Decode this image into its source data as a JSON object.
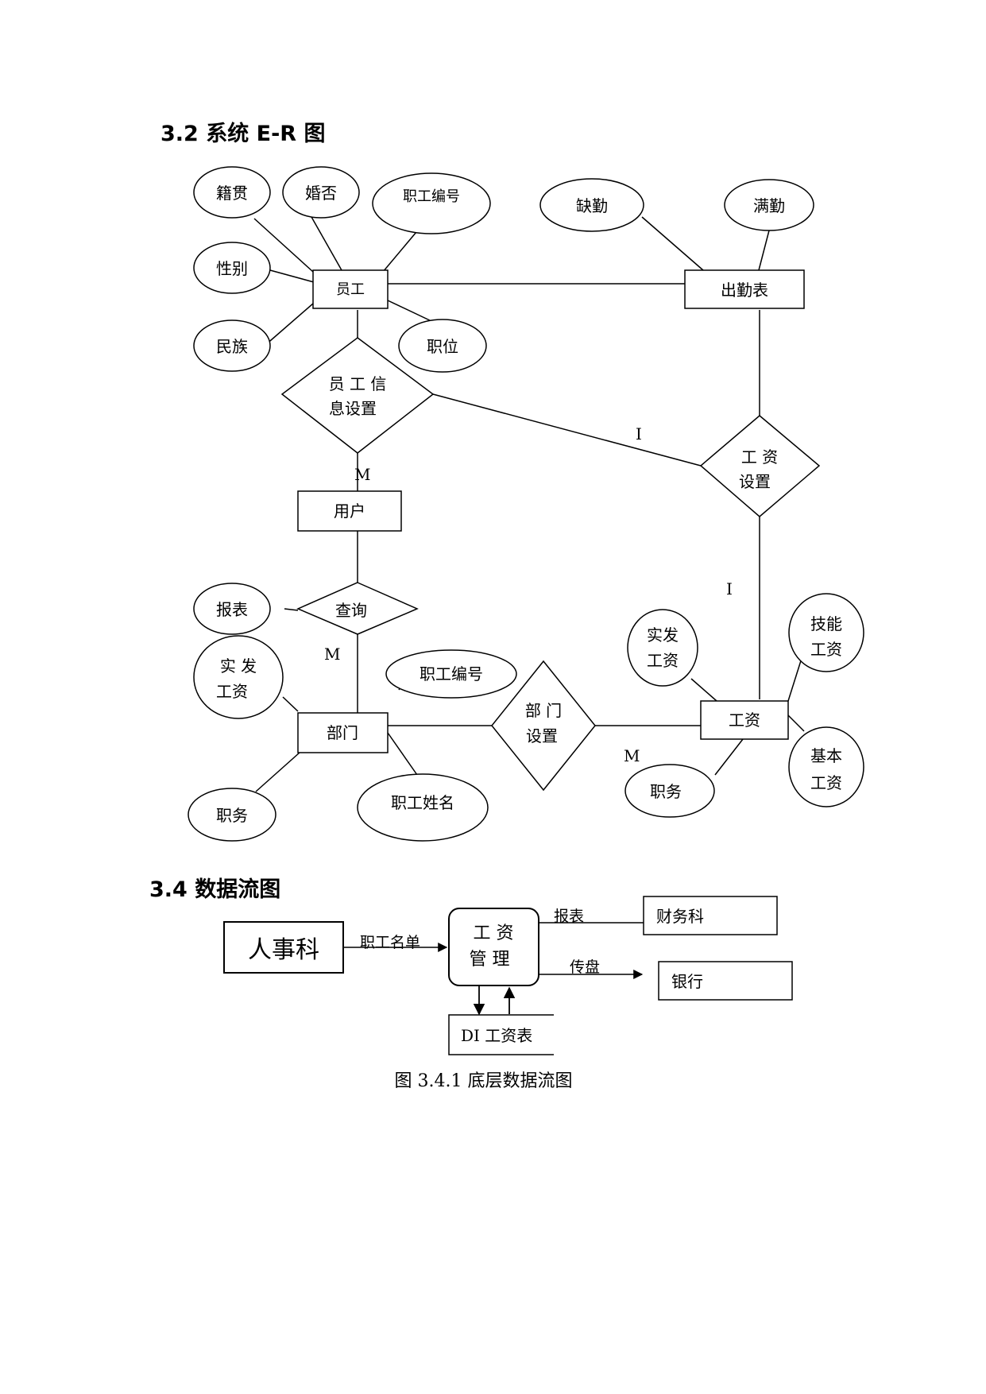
{
  "sections": {
    "er_heading": "3.2 系统 E-R 图",
    "dfd_heading": "3.4 数据流图",
    "dfd_caption": "图 3.4.1 底层数据流图"
  },
  "er": {
    "attr_jiguan": "籍贯",
    "attr_hunfou": "婚否",
    "attr_zhigong_bianhao_1": "职工编号",
    "attr_xingbie": "性别",
    "attr_minzu": "民族",
    "attr_zhiwei": "职位",
    "attr_queqin": "缺勤",
    "attr_manqin": "满勤",
    "ent_yuangong": "员工",
    "ent_chuqinbiao": "出勤表",
    "rel_yuangong_xinxi_l1": "员 工 信",
    "rel_yuangong_xinxi_l2": "息设置",
    "rel_gongzi_shezhi_l1": "工  资",
    "rel_gongzi_shezhi_l2": "设置",
    "card_m1": "M",
    "card_i1": "I",
    "ent_yonghu": "用户",
    "rel_chaxun": "查询",
    "attr_baobiao": "报表",
    "card_m2": "M",
    "card_i2": "I",
    "attr_shifa_l1": "实  发",
    "attr_shifa_l2": "工资",
    "attr_zhigong_bianhao_2": "职工编号",
    "ent_bumen": "部门",
    "rel_bumen_shezhi_l1": "部 门",
    "rel_bumen_shezhi_l2": "设置",
    "attr_zhiwu_1": "职务",
    "attr_zhigong_xingming": "职工姓名",
    "attr_shifa2_l1": "实发",
    "attr_shifa2_l2": "工资",
    "attr_jineng_l1": "技能",
    "attr_jineng_l2": "工资",
    "ent_gongzi": "工资",
    "card_m3": "M",
    "attr_zhiwu_2": "职务",
    "attr_jiben_l1": "基本",
    "attr_jiben_l2": "工资"
  },
  "dfd": {
    "renshike": "人事科",
    "flow_mingdan": "职工名单",
    "process_l1": "工  资",
    "process_l2": "管  理",
    "flow_baobiao": "报表",
    "flow_chuanpan": "传盘",
    "caiwuke": "财务科",
    "yinhang": "银行",
    "store": "DI  工资表"
  }
}
